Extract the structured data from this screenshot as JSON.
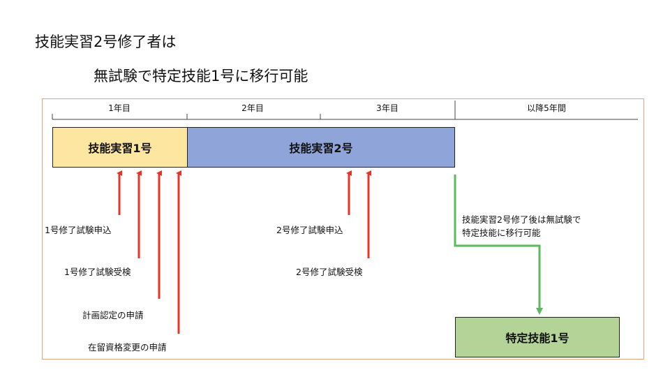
{
  "heading": {
    "title": "技能実習2号修了者は",
    "subtitle": "無試験で特定技能1号に移行可能"
  },
  "timeline": {
    "years": [
      "1年目",
      "2年目",
      "3年目",
      "以降5年間"
    ]
  },
  "stages": {
    "jissyu1": "技能実習1号",
    "jissyu2": "技能実習2号",
    "tokutei1": "特定技能1号"
  },
  "events": {
    "exam1_apply": "1号修了試験申込",
    "exam1_take": "1号修了試験受検",
    "plan_apply": "計画認定の申請",
    "status_change_apply": "在留資格変更の申請",
    "exam2_apply": "2号修了試験申込",
    "exam2_take": "2号修了試験受検"
  },
  "note": {
    "line1": "技能実習2号修了後は無試験で",
    "line2": "特定技能に移行可能"
  },
  "colors": {
    "jissyu1_fill": "#fde6a0",
    "jissyu2_fill": "#8fa5d9",
    "tokutei_fill": "#b4d396",
    "event_arrow": "#e8332b",
    "transition_arrow": "#5cb85c",
    "frame_border": "#e0a37e"
  }
}
